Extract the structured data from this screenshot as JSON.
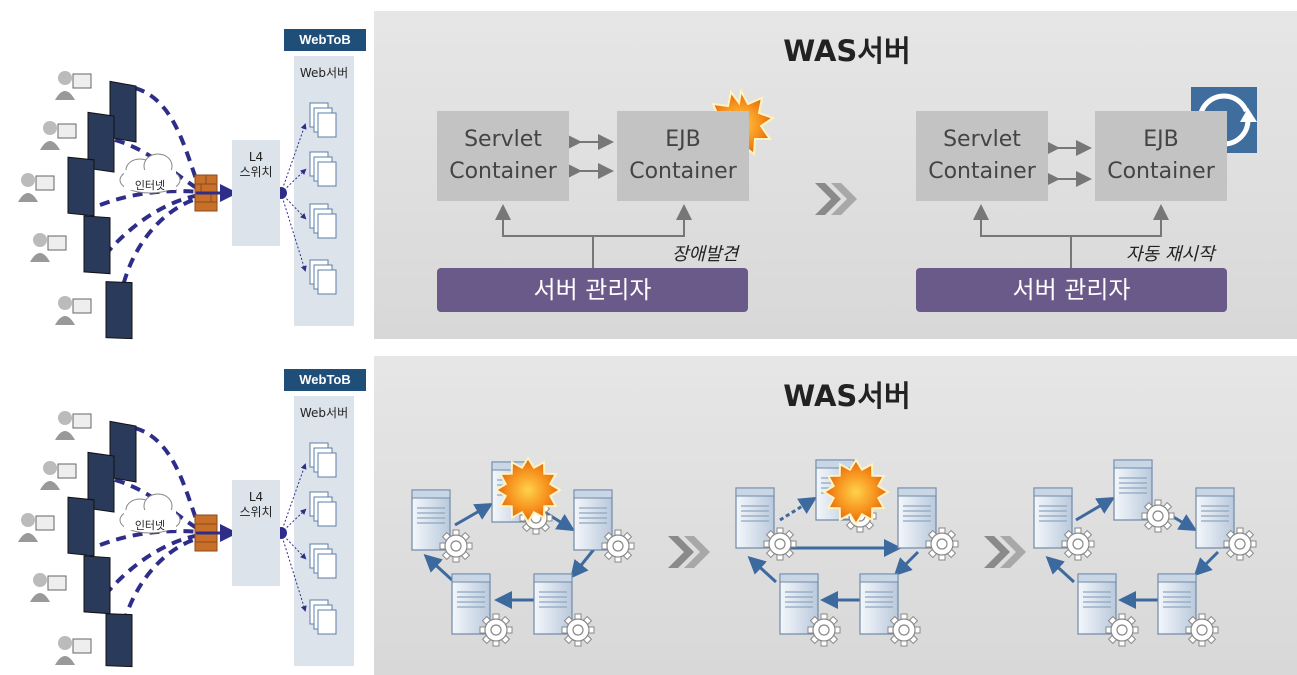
{
  "left_network": {
    "webtob_title": "WebToB",
    "web_server_label": "Web서버",
    "l4_switch_label": "L4\n스위치",
    "internet_label": "인터넷"
  },
  "top_panel": {
    "title": "WAS서버",
    "before": {
      "servlet_container": [
        "Servlet",
        "Container"
      ],
      "ejb_container": [
        "EJB",
        "Container"
      ],
      "manager": "서버 관리자",
      "note": "장애발견",
      "fault_icon": "explosion-icon"
    },
    "after": {
      "servlet_container": [
        "Servlet",
        "Container"
      ],
      "ejb_container": [
        "EJB",
        "Container"
      ],
      "manager": "서버 관리자",
      "note": "자동 재시작",
      "restart_icon": "refresh-icon"
    }
  },
  "bottom_panel": {
    "title": "WAS서버"
  },
  "colors": {
    "panel_bg": "#dcdcdc",
    "container_box": "#c3c3c3",
    "manager_bg": "#6a5a8a",
    "webtob_blue": "#1f4e79",
    "dash_line": "#2e2e8a",
    "arrow_blue": "#3d6a9e",
    "explosion": "#f28c1a"
  }
}
